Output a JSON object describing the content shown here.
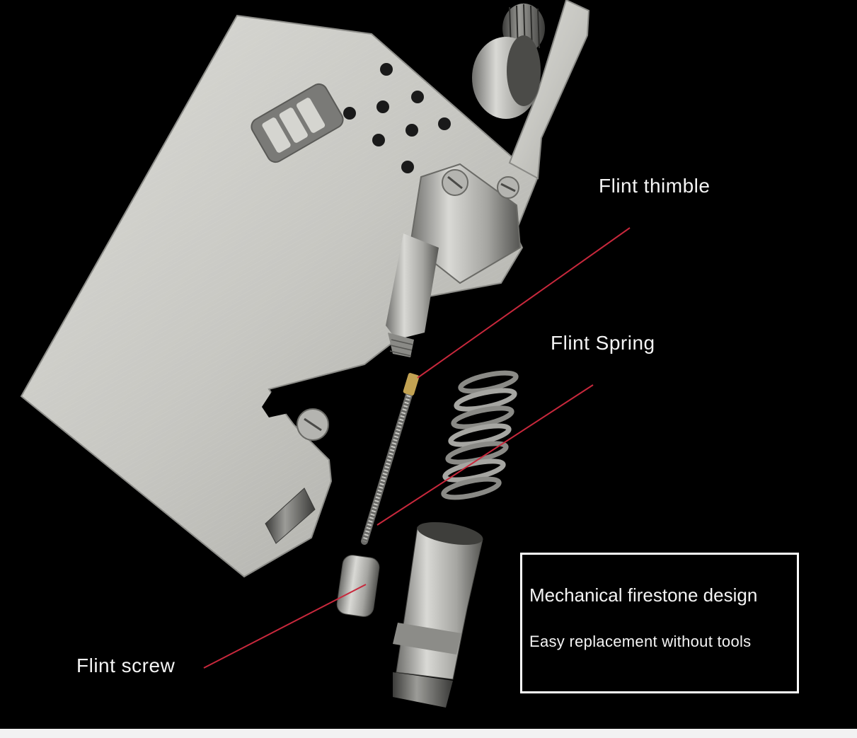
{
  "callouts": {
    "flint_thimble": "Flint thimble",
    "flint_spring": "Flint Spring",
    "flint_screw": "Flint screw"
  },
  "info_box": {
    "line1": "Mechanical firestone design",
    "line2": "Easy replacement without tools"
  },
  "colors": {
    "background": "#000000",
    "leader_line": "#c8283c",
    "text": "#f4f4f4",
    "box_border": "#ffffff",
    "metal": "#c9c9c4"
  }
}
